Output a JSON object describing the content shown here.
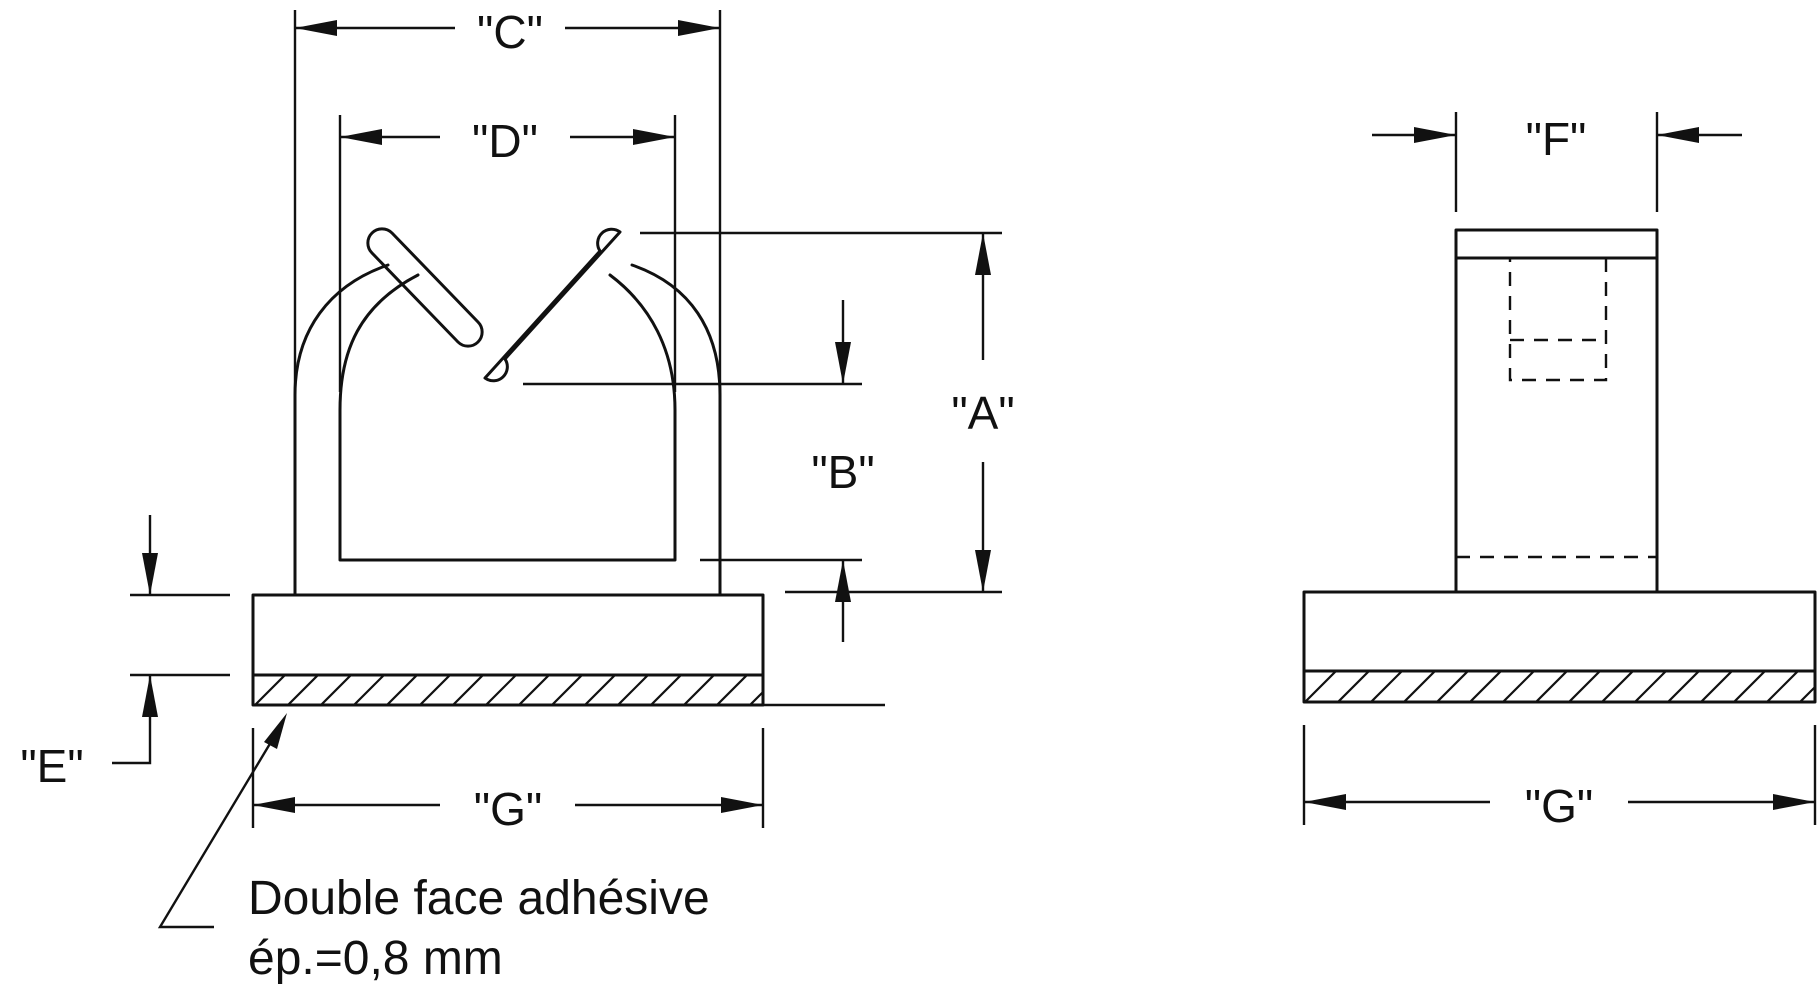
{
  "labels": {
    "a": "\"A\"",
    "b": "\"B\"",
    "c": "\"C\"",
    "d": "\"D\"",
    "e": "\"E\"",
    "f": "\"F\"",
    "g_front": "\"G\"",
    "g_side": "\"G\""
  },
  "note": {
    "line1": "Double face adhésive",
    "line2": "ép.=0,8 mm"
  }
}
